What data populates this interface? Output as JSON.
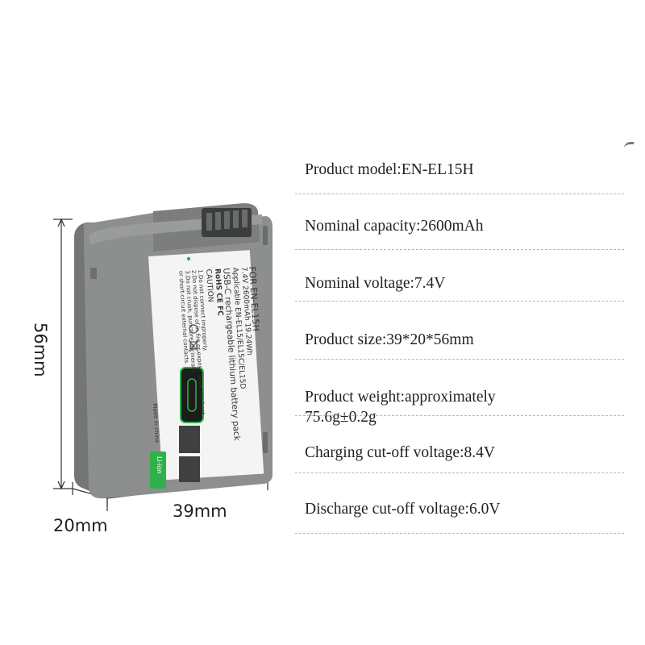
{
  "dimensions": {
    "height": "56mm",
    "width": "39mm",
    "depth": "20mm"
  },
  "label": {
    "for_model": "FOR EN-EL15H",
    "rating": "7.4V 2600mAh 19.24Wh",
    "applicable": "Applicable EN-EL15/EL15C/EL15D",
    "description": "USB-C rechargeable lithium battery pack",
    "cert_marks": "RoHS  CE  FC",
    "caution_title": "CAUTION",
    "caution_1": "1.Do not connect improperly.",
    "caution_2": "2.Do not dispose of in fire or expose to excess heat.",
    "caution_3": "3.Do not crush, puncture, incinerate,",
    "caution_4": "or short-circuit external contacts.",
    "origin": "Made in china",
    "chemistry_badge": "Li-ion"
  },
  "specs": [
    {
      "label": "Product model:EN-EL15H"
    },
    {
      "label": "Nominal capacity:2600mAh"
    },
    {
      "label": "Nominal voltage:7.4V"
    },
    {
      "label": "Product size:39*20*56mm"
    },
    {
      "label": "Product weight:approximately",
      "label2": "75.6g±0.2g"
    },
    {
      "label": "Charging cut-off voltage:8.4V"
    },
    {
      "label": "Discharge cut-off voltage:6.0V"
    }
  ],
  "colors": {
    "battery_body": "#8a8c8b",
    "label_bg": "#f4f4f4",
    "accent_green": "#2fb24a"
  },
  "icons": [
    "usb-c-port-icon",
    "recycle-icon",
    "crossed-bin-icon"
  ]
}
